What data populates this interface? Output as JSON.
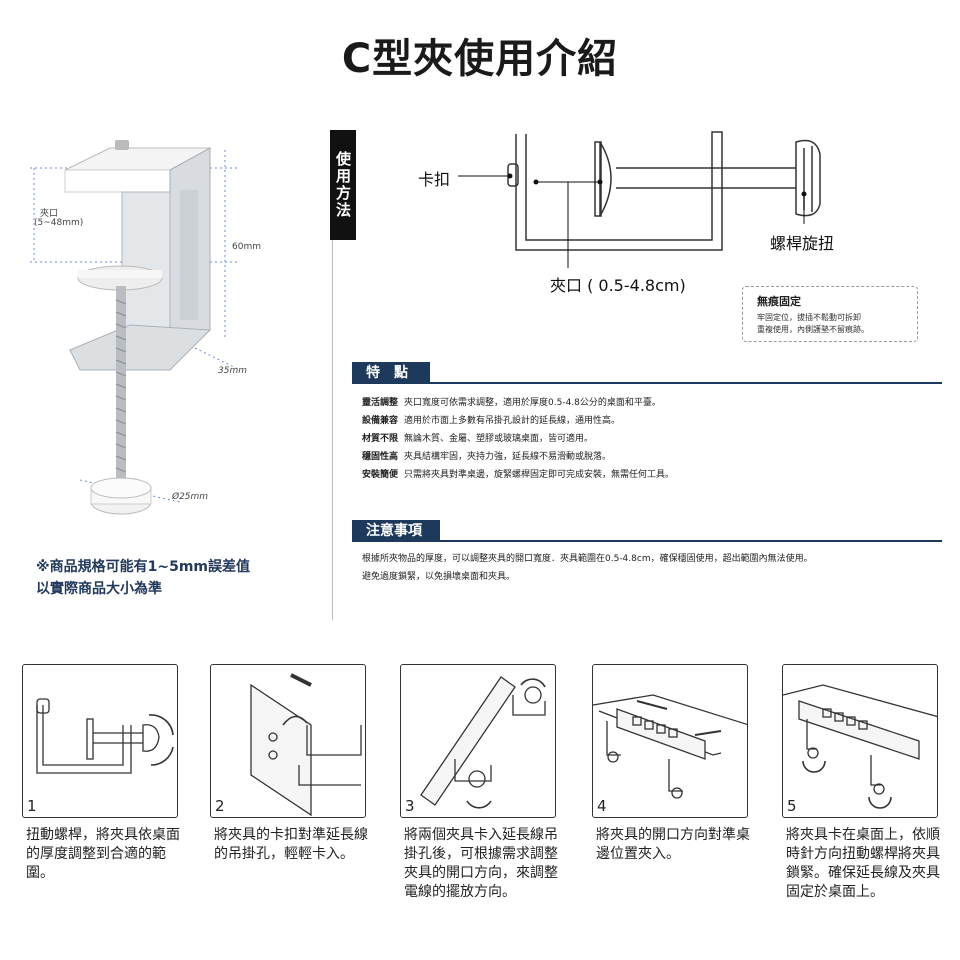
{
  "title": "C型夾使用介紹",
  "clamp": {
    "opening_label": "夾口",
    "opening_range": "(5~48mm)",
    "height": "60mm",
    "depth": "35mm",
    "pad_diameter": "Ø25mm"
  },
  "left_note": [
    "※商品規格可能有1~5mm誤差值",
    "以實際商品大小為準"
  ],
  "usage_tab": "使用方法",
  "diagram": {
    "buckle": "卡扣",
    "screw_knob": "螺桿旋扭",
    "opening": "夾口 ( 0.5-4.8cm)"
  },
  "feature_box": {
    "title": "無痕固定",
    "lines": [
      "牢固定位，拔插不鬆動可拆卸",
      "重複使用，內側護墊不留痕跡。"
    ]
  },
  "features": {
    "heading": "特　點",
    "rows": [
      {
        "k": "靈活調整",
        "v": "夾口寬度可依需求調整，適用於厚度0.5-4.8公分的桌面和平臺。"
      },
      {
        "k": "設備兼容",
        "v": "適用於市面上多數有吊掛孔設計的延長線，通用性高。"
      },
      {
        "k": "材質不限",
        "v": "無論木質、金屬、塑膠或玻璃桌面，皆可適用。"
      },
      {
        "k": "穩固性高",
        "v": "夾具結構牢固，夾持力強，延長線不易滑動或脫落。"
      },
      {
        "k": "安裝簡便",
        "v": "只需將夾具對準桌邊，旋緊螺桿固定即可完成安裝，無需任何工具。"
      }
    ]
  },
  "caution": {
    "heading": "注意事項",
    "lines": [
      "根據所夾物品的厚度，可以調整夾具的開口寬度．夾具範圍在0.5-4.8cm，確保穩固使用，超出範圍內無法使用。",
      "避免過度鎖緊，以免損壞桌面和夾具。"
    ]
  },
  "steps": [
    {
      "num": "1",
      "text": "扭動螺桿，將夾具依桌面的厚度調整到合適的範圍。"
    },
    {
      "num": "2",
      "text": "將夾具的卡扣對準延長線的吊掛孔，輕輕卡入。"
    },
    {
      "num": "3",
      "text": "將兩個夾具卡入延長線吊掛孔後，可根據需求調整夾具的開口方向，來調整電線的擺放方向。"
    },
    {
      "num": "4",
      "text": "將夾具的開口方向對準桌邊位置夾入。"
    },
    {
      "num": "5",
      "text": "將夾具卡在桌面上，依順時針方向扭動螺桿將夾具鎖緊。確保延長線及夾具固定於桌面上。"
    }
  ]
}
